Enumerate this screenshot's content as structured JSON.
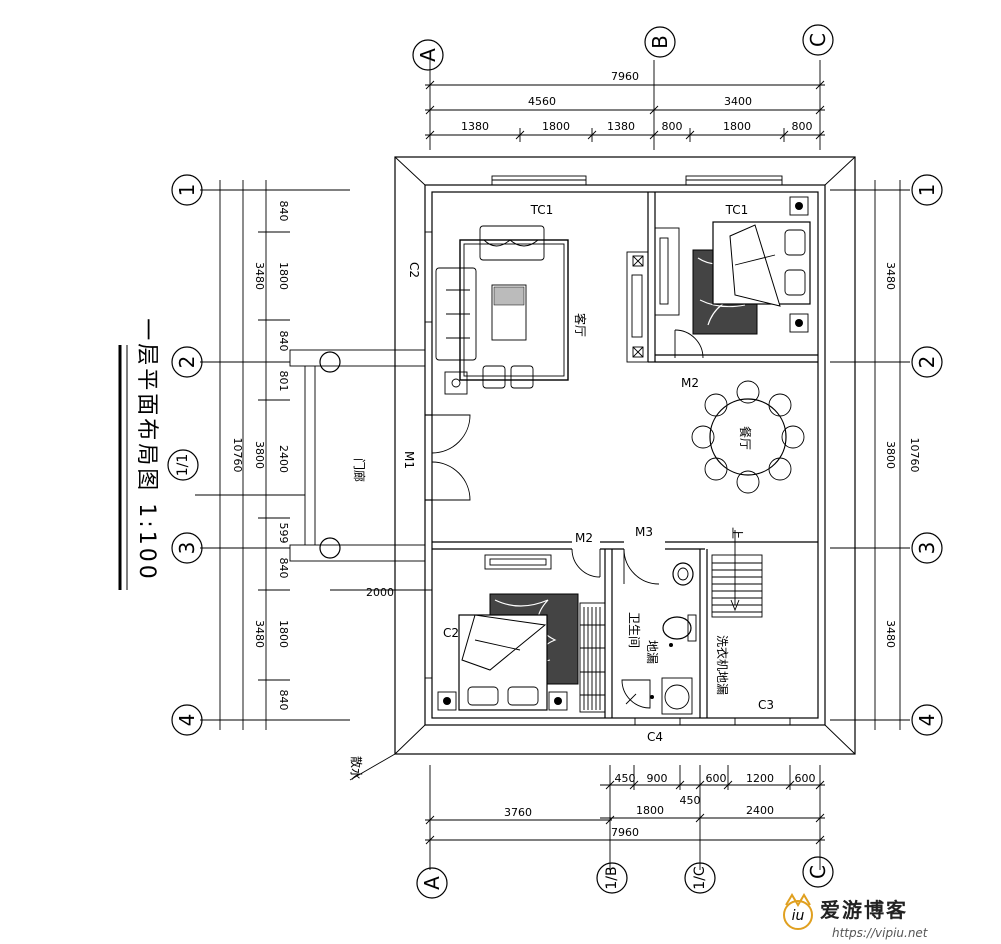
{
  "title": "一层平面布局图 1:100",
  "axes": {
    "top": [
      "A",
      "B",
      "C"
    ],
    "bottom": [
      "A",
      "1/B",
      "1/C",
      "C"
    ],
    "left": [
      "1",
      "2",
      "3",
      "4"
    ],
    "right": [
      "1",
      "2",
      "3",
      "4"
    ],
    "auxiliary": "1/1"
  },
  "dims": {
    "top_total": "7960",
    "top_row2": [
      "4560",
      "3400"
    ],
    "top_row3": [
      "1380",
      "1800",
      "1380",
      "800",
      "1800",
      "800"
    ],
    "bottom_row1": [
      "450",
      "900",
      "600",
      "1200",
      "600"
    ],
    "bottom_mid": "450",
    "bottom_row2": [
      "1800",
      "2400"
    ],
    "bottom_left": "3760",
    "bottom_total": "7960",
    "left_outer": "10760",
    "left_mid": [
      "3480",
      "3800",
      "3480"
    ],
    "left_inner": [
      "840",
      "1800",
      "840",
      "801",
      "2400",
      "599",
      "840",
      "1800",
      "840"
    ],
    "right_total": "10760",
    "right_mid": [
      "3480",
      "3800",
      "3480"
    ],
    "porch_width": "2000"
  },
  "labels": {
    "windows": [
      "TC1",
      "TC1",
      "C2",
      "C2",
      "C3",
      "C4"
    ],
    "doors": [
      "M1",
      "M2",
      "M2",
      "M3"
    ],
    "rooms": {
      "living": "客厅",
      "dining": "餐厅",
      "bath": "卫生间",
      "porch": "门廊",
      "floor_drain": "地漏",
      "washer": "洗衣机地漏",
      "drip": "散水",
      "stair": "上"
    }
  },
  "watermark": {
    "brand": "爱游博客",
    "url": "https://vipiu.net"
  },
  "colors": {
    "line": "#000000",
    "background": "#ffffff"
  }
}
